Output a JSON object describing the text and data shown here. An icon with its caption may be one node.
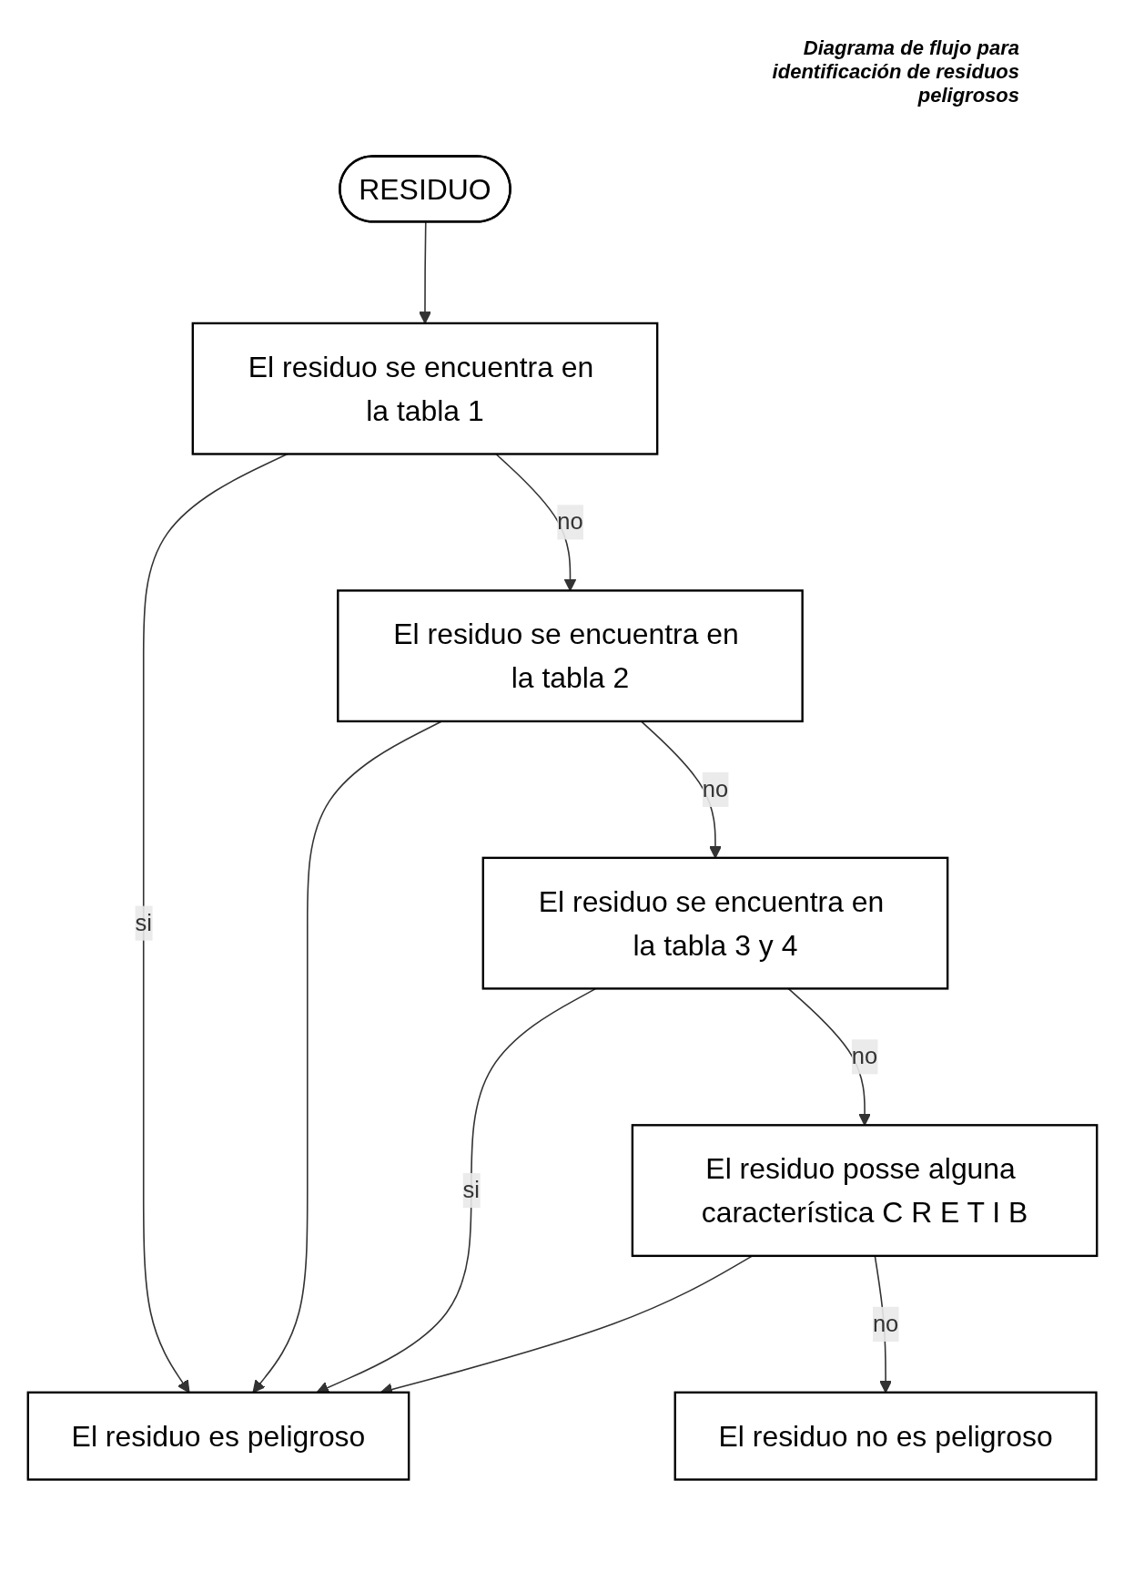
{
  "diagram": {
    "title": "Diagrama de flujo para identificación de residuos peligrosos",
    "nodes": [
      {
        "text": [
          "RESIDUO"
        ]
      },
      {
        "text": [
          "El residuo se encuentra en la tabla 1"
        ]
      },
      {
        "text": [
          "El residuo se encuentra en la tabla 2"
        ]
      },
      {
        "text": [
          "El residuo se encuentra en la tabla 3 y 4"
        ]
      },
      {
        "text": [
          "El residuo es peligroso"
        ]
      },
      {
        "text": [
          "El residuo posse alguna característica C R E T I B"
        ]
      },
      {
        "text": [
          "El residuo no es peligroso"
        ]
      }
    ],
    "edges": [
      {
        "from": 0,
        "to": 1,
        "arrow": "to"
      },
      {
        "from": 1,
        "to": 2,
        "arrow": "to",
        "label": "no"
      },
      {
        "from": 1,
        "to": 4,
        "arrow": "to",
        "label": "si"
      },
      {
        "from": 2,
        "to": 3,
        "arrow": "to",
        "label": "no"
      },
      {
        "from": 2,
        "to": 4,
        "arrow": "to"
      },
      {
        "from": 3,
        "to": 4,
        "arrow": "to",
        "label": "si"
      },
      {
        "from": 3,
        "to": 5,
        "arrow": "to",
        "label": "no"
      },
      {
        "from": 5,
        "to": 4,
        "arrow": "to"
      },
      {
        "from": 5,
        "to": 6,
        "arrow": "to",
        "label": "no"
      }
    ]
  }
}
